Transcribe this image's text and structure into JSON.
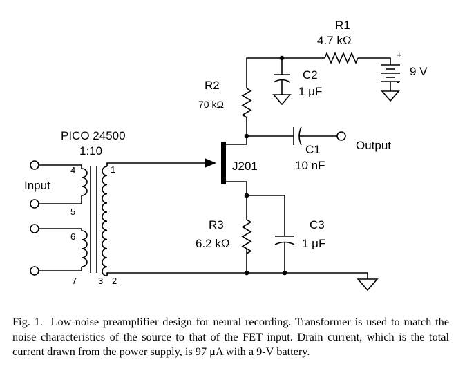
{
  "labels": {
    "transformer_name": "PICO 24500",
    "transformer_ratio": "1:10",
    "input": "Input",
    "output": "Output",
    "fet": "J201",
    "battery": "9 V",
    "battery_plus": "+",
    "battery_minus": "-"
  },
  "components": {
    "r1": {
      "name": "R1",
      "value": "4.7 kΩ"
    },
    "r2": {
      "name": "R2",
      "value": "70 kΩ"
    },
    "r3": {
      "name": "R3",
      "value": "6.2 kΩ"
    },
    "c1": {
      "name": "C1",
      "value": "10 nF"
    },
    "c2": {
      "name": "C2",
      "value": "1 μF"
    },
    "c3": {
      "name": "C3",
      "value": "1 μF"
    }
  },
  "pins": {
    "p1": "1",
    "p2": "2",
    "p3": "3",
    "p4": "4",
    "p5": "5",
    "p6": "6",
    "p7": "7"
  },
  "caption": {
    "prefix": "Fig. 1.",
    "text": "Low-noise preamplifier design for neural recording. Transformer is used to match the noise characteristics of the source to that of the FET input. Drain current, which is the total current drawn from the power supply, is 97 μA with a 9-V battery."
  }
}
